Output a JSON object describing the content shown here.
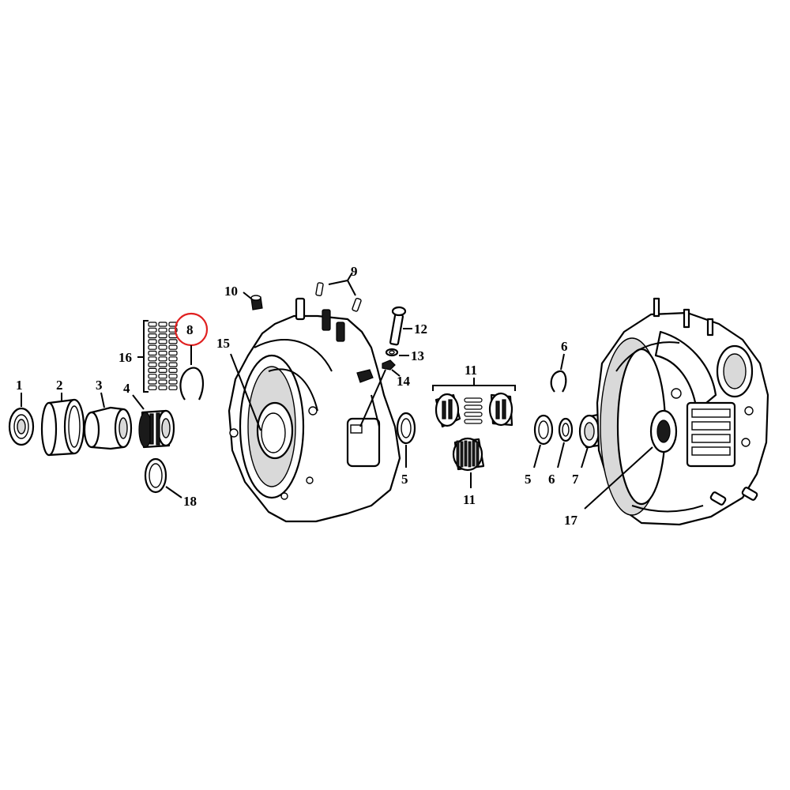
{
  "callouts": {
    "c1": "1",
    "c2": "2",
    "c3": "3",
    "c4": "4",
    "c5a": "5",
    "c5b": "5",
    "c6a": "6",
    "c6b": "6",
    "c7": "7",
    "c8": "8",
    "c9": "9",
    "c10": "10",
    "c11a": "11",
    "c11b": "11",
    "c12": "12",
    "c13": "13",
    "c14": "14",
    "c15": "15",
    "c16": "16",
    "c17": "17",
    "c18": "18"
  },
  "highlight": {
    "item": "8",
    "color": "#e02020"
  },
  "colors": {
    "line": "#000000",
    "fill": "#ffffff",
    "shade": "#d9d9d9"
  }
}
